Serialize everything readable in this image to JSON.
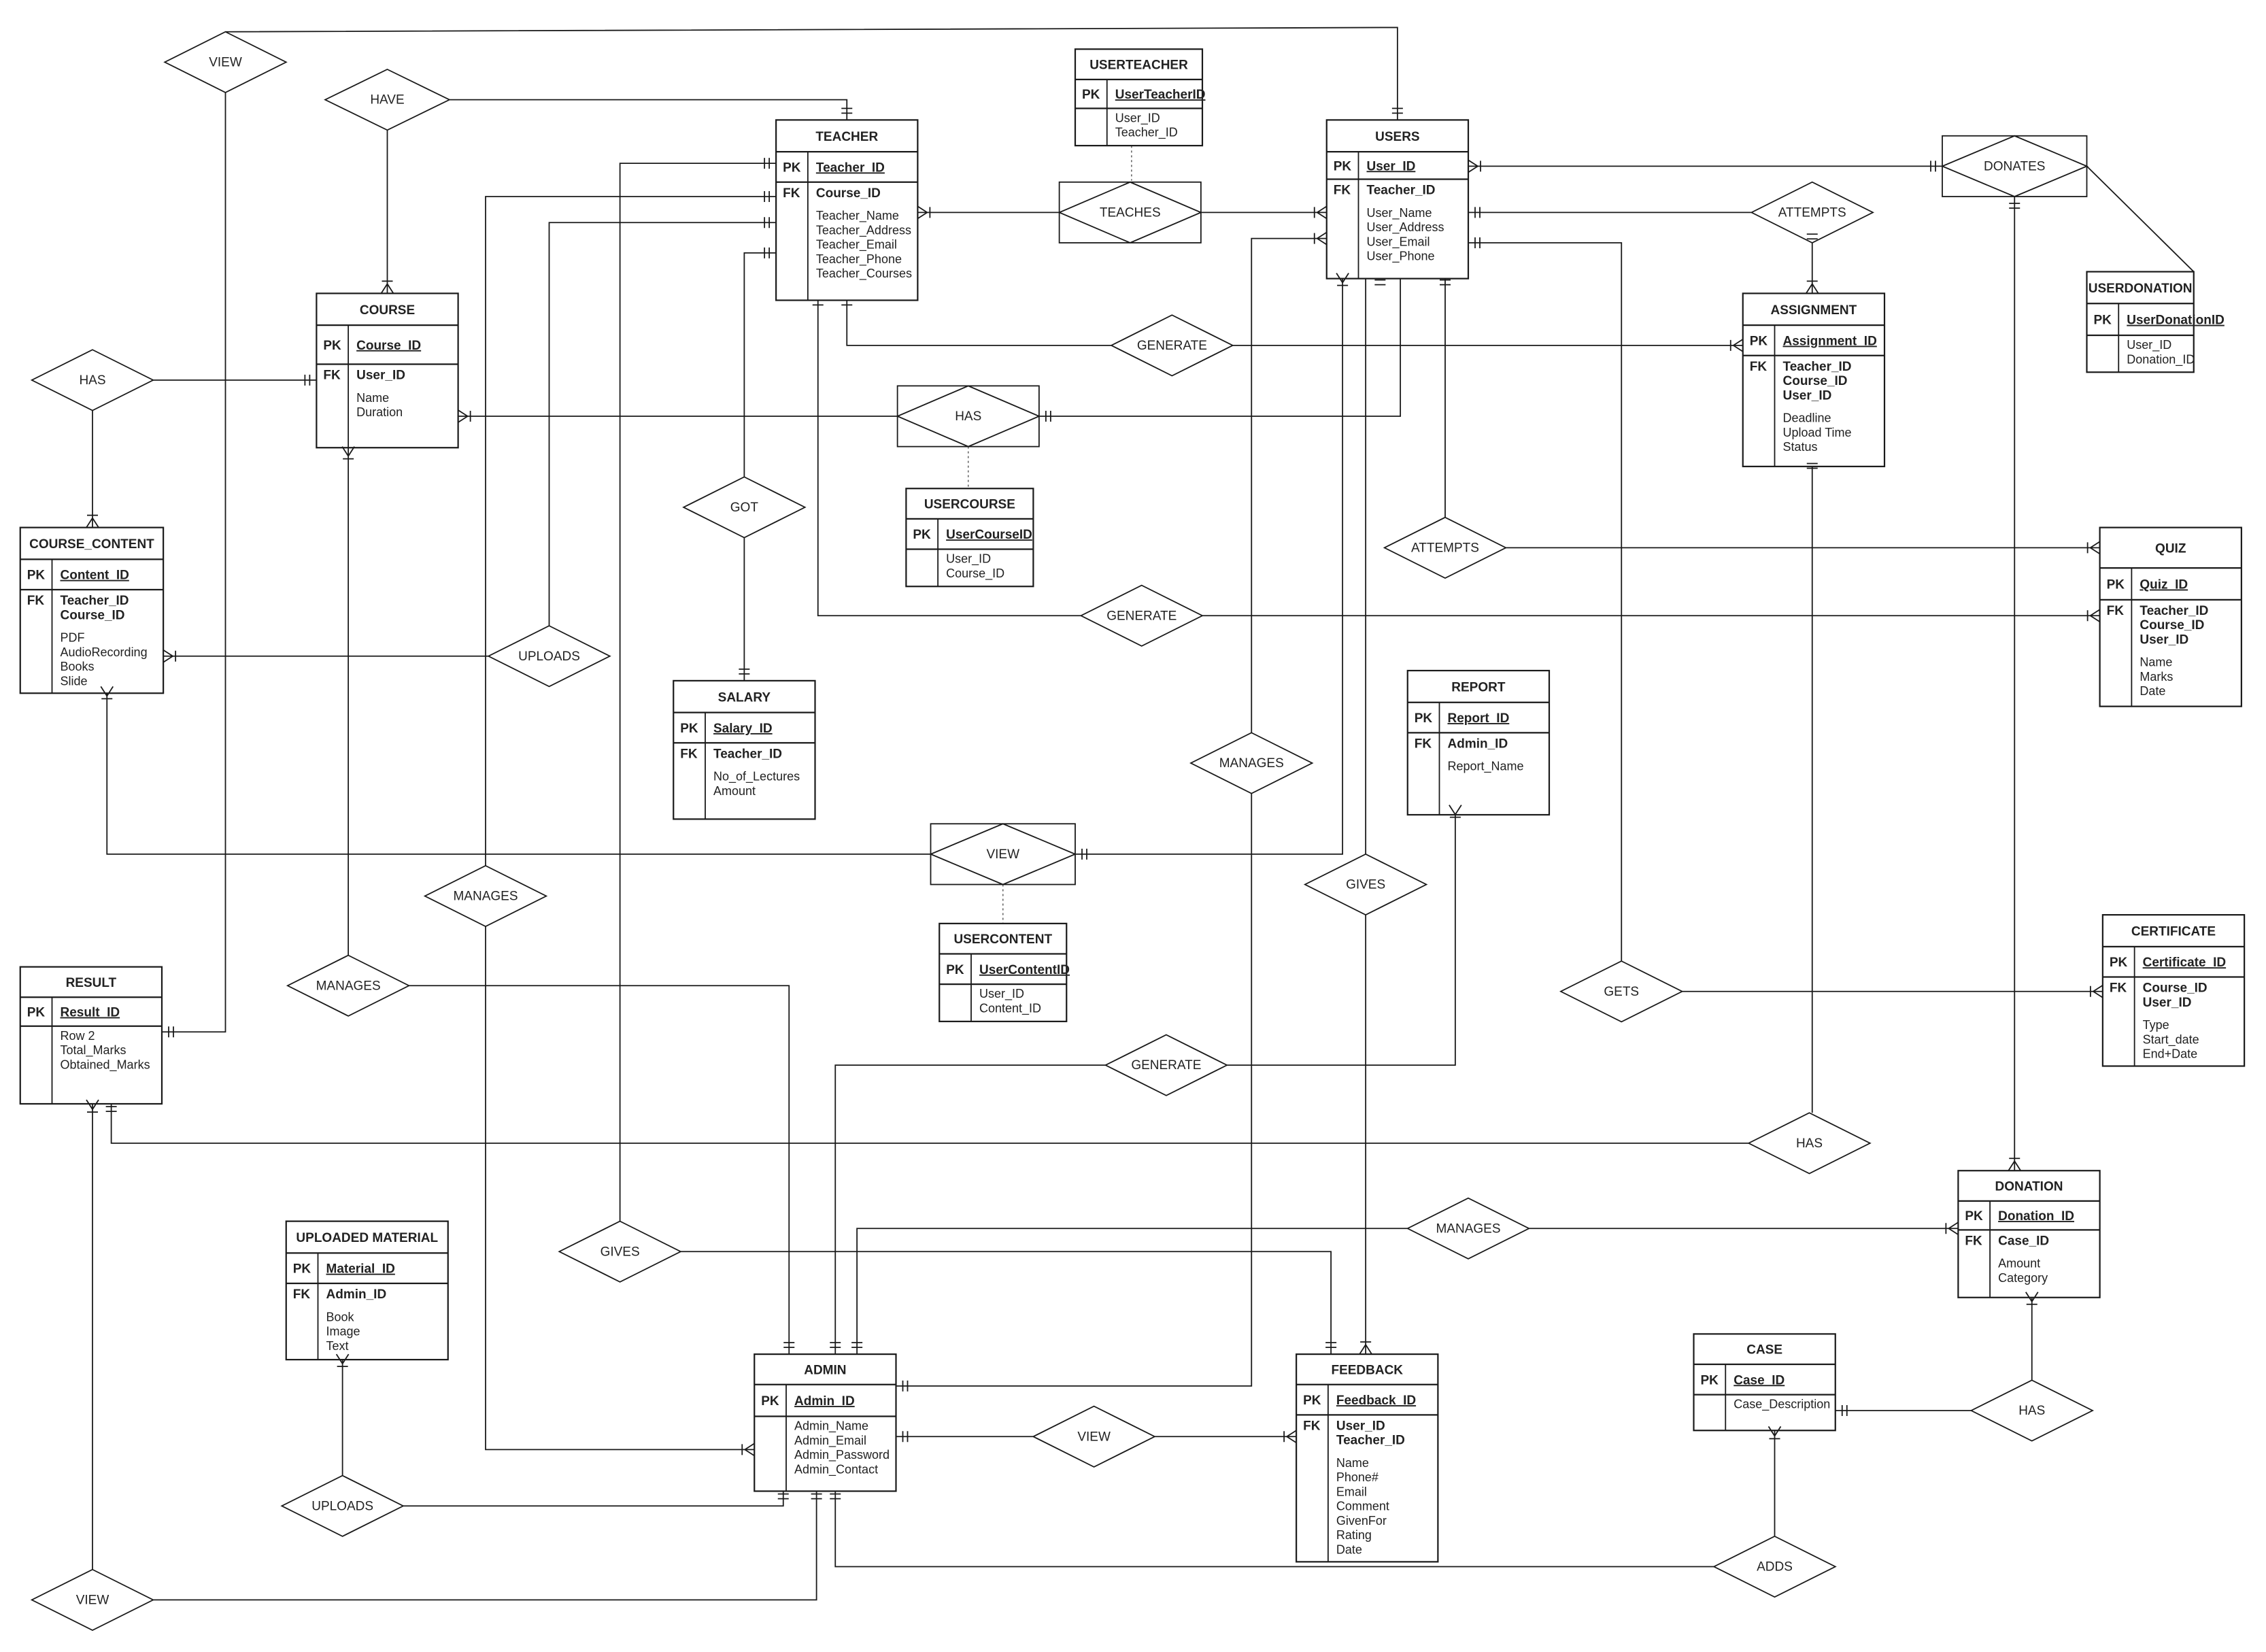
{
  "entities": [
    {
      "id": "USERTEACHER",
      "title": "USERTEACHER",
      "pk": [
        "UserTeacherID"
      ],
      "fk": [],
      "attrs": [
        "User_ID",
        "Teacher_ID"
      ]
    },
    {
      "id": "TEACHER",
      "title": "TEACHER",
      "pk": [
        "Teacher_ID"
      ],
      "fk": [
        "Course_ID"
      ],
      "attrs": [
        "Teacher_Name",
        "Teacher_Address",
        "Teacher_Email",
        "Teacher_Phone",
        "Teacher_Courses"
      ]
    },
    {
      "id": "USERS",
      "title": "USERS",
      "pk": [
        "User_ID"
      ],
      "fk": [
        "Teacher_ID"
      ],
      "attrs": [
        "User_Name",
        "User_Address",
        "User_Email",
        "User_Phone"
      ]
    },
    {
      "id": "COURSE",
      "title": "COURSE",
      "pk": [
        "Course_ID"
      ],
      "fk": [
        "User_ID"
      ],
      "attrs": [
        "Name",
        "Duration"
      ]
    },
    {
      "id": "ASSIGNMENT",
      "title": "ASSIGNMENT",
      "pk": [
        "Assignment_ID"
      ],
      "fk": [
        "Teacher_ID",
        "Course_ID",
        "User_ID"
      ],
      "attrs": [
        "Deadline",
        "Upload Time",
        "Status"
      ]
    },
    {
      "id": "USERDONATION",
      "title": "USERDONATION",
      "pk": [
        "UserDonationID"
      ],
      "fk": [],
      "attrs": [
        "User_ID",
        "Donation_ID"
      ]
    },
    {
      "id": "USERCOURSE",
      "title": "USERCOURSE",
      "pk": [
        "UserCourseID"
      ],
      "fk": [],
      "attrs": [
        "User_ID",
        "Course_ID"
      ]
    },
    {
      "id": "COURSE_CONTENT",
      "title": "COURSE_CONTENT",
      "pk": [
        "Content_ID"
      ],
      "fk": [
        "Teacher_ID",
        "Course_ID"
      ],
      "attrs": [
        "PDF",
        "AudioRecording",
        "Books",
        "Slide"
      ]
    },
    {
      "id": "QUIZ",
      "title": "QUIZ",
      "pk": [
        "Quiz_ID"
      ],
      "fk": [
        "Teacher_ID",
        "Course_ID",
        "User_ID"
      ],
      "attrs": [
        "Name",
        "Marks",
        "Date"
      ]
    },
    {
      "id": "SALARY",
      "title": "SALARY",
      "pk": [
        "Salary_ID"
      ],
      "fk": [
        "Teacher_ID"
      ],
      "attrs": [
        "No_of_Lectures",
        "Amount"
      ]
    },
    {
      "id": "REPORT",
      "title": "REPORT",
      "pk": [
        "Report_ID"
      ],
      "fk": [
        "Admin_ID"
      ],
      "attrs": [
        "Report_Name"
      ]
    },
    {
      "id": "USERCONTENT",
      "title": "USERCONTENT",
      "pk": [
        "UserContentID"
      ],
      "fk": [],
      "attrs": [
        "User_ID",
        "Content_ID"
      ]
    },
    {
      "id": "CERTIFICATE",
      "title": "CERTIFICATE",
      "pk": [
        "Certificate_ID"
      ],
      "fk": [
        "Course_ID",
        "User_ID"
      ],
      "attrs": [
        "Type",
        "Start_date",
        "End+Date"
      ]
    },
    {
      "id": "RESULT",
      "title": "RESULT",
      "pk": [
        "Result_ID"
      ],
      "fk": [],
      "attrs": [
        "Row 2",
        "Total_Marks",
        "Obtained_Marks"
      ]
    },
    {
      "id": "DONATION",
      "title": "DONATION",
      "pk": [
        "Donation_ID"
      ],
      "fk": [
        "Case_ID"
      ],
      "attrs": [
        "Amount",
        "Category"
      ]
    },
    {
      "id": "UPLOADED_MATERIAL",
      "title": "UPLOADED MATERIAL",
      "pk": [
        "Material_ID"
      ],
      "fk": [
        "Admin_ID"
      ],
      "attrs": [
        "Book",
        "Image",
        "Text"
      ]
    },
    {
      "id": "CASE",
      "title": "CASE",
      "pk": [
        "Case_ID"
      ],
      "fk": [],
      "attrs": [
        "Case_Description"
      ]
    },
    {
      "id": "ADMIN",
      "title": "ADMIN",
      "pk": [
        "Admin_ID"
      ],
      "fk": [],
      "attrs": [
        "Admin_Name",
        "Admin_Email",
        "Admin_Password",
        "Admin_Contact"
      ]
    },
    {
      "id": "FEEDBACK",
      "title": "FEEDBACK",
      "pk": [
        "Feedback_ID"
      ],
      "fk": [
        "User_ID",
        "Teacher_ID"
      ],
      "attrs": [
        "Name",
        "Phone#",
        "Email",
        "Comment",
        "GivenFor",
        "Rating",
        "Date"
      ]
    }
  ],
  "relationships": [
    {
      "id": "r_view_top",
      "label": "VIEW"
    },
    {
      "id": "r_have",
      "label": "HAVE"
    },
    {
      "id": "r_teaches",
      "label": "TEACHES"
    },
    {
      "id": "r_donates",
      "label": "DONATES"
    },
    {
      "id": "r_attempts_a",
      "label": "ATTEMPTS"
    },
    {
      "id": "r_has_cc",
      "label": "HAS"
    },
    {
      "id": "r_generate_a",
      "label": "GENERATE"
    },
    {
      "id": "r_has_uc",
      "label": "HAS"
    },
    {
      "id": "r_got",
      "label": "GOT"
    },
    {
      "id": "r_attempts_q",
      "label": "ATTEMPTS"
    },
    {
      "id": "r_generate_q",
      "label": "GENERATE"
    },
    {
      "id": "r_uploads_cc",
      "label": "UPLOADS"
    },
    {
      "id": "r_manages_mid",
      "label": "MANAGES"
    },
    {
      "id": "r_view_content",
      "label": "VIEW"
    },
    {
      "id": "r_gives_fb",
      "label": "GIVES"
    },
    {
      "id": "r_manages_left",
      "label": "MANAGES"
    },
    {
      "id": "r_manages_course",
      "label": "MANAGES"
    },
    {
      "id": "r_gets",
      "label": "GETS"
    },
    {
      "id": "r_generate_r",
      "label": "GENERATE"
    },
    {
      "id": "r_has_result",
      "label": "HAS"
    },
    {
      "id": "r_manages_don",
      "label": "MANAGES"
    },
    {
      "id": "r_gives_admin",
      "label": "GIVES"
    },
    {
      "id": "r_has_case",
      "label": "HAS"
    },
    {
      "id": "r_view_fb",
      "label": "VIEW"
    },
    {
      "id": "r_uploads_mat",
      "label": "UPLOADS"
    },
    {
      "id": "r_adds",
      "label": "ADDS"
    },
    {
      "id": "r_view_result",
      "label": "VIEW"
    }
  ],
  "key_labels": {
    "pk": "PK",
    "fk": "FK"
  }
}
